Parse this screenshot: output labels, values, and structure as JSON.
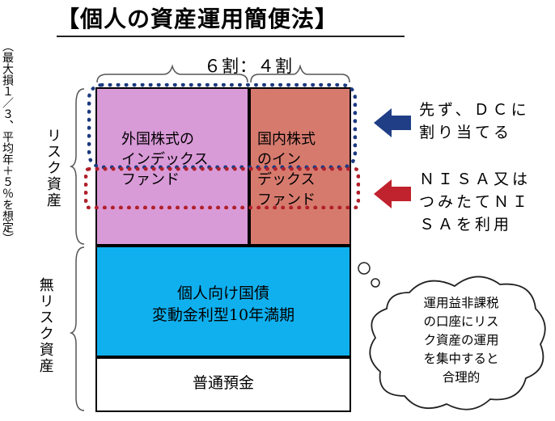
{
  "title": "【個人の資産運用簡便法】",
  "side": {
    "note": "（最大損１／３、平均年＋５％を想定）",
    "risk_assets": "リスク資産",
    "no_risk_col1": "無リスク",
    "no_risk_col2": "資産"
  },
  "ratio_label": "６割：４割",
  "blocks": {
    "foreign_line1": "外国株式の",
    "foreign_line2": "インデックス",
    "foreign_line3": "ファンド",
    "domestic_line1": "国内株式",
    "domestic_line2": "のイン",
    "domestic_line3": "デックス",
    "domestic_line4": "ファンド",
    "bond_line1": "個人向け国債",
    "bond_line2": "変動金利型10年満期",
    "deposit": "普通預金"
  },
  "callouts": {
    "dc_line1": "先ず、ＤＣに",
    "dc_line2": "割り当てる",
    "nisa_line1": "ＮＩＳＡ又は",
    "nisa_line2": "つみたてＮＩ",
    "nisa_line3": "ＳＡを利用"
  },
  "thought": {
    "line1": "運用益非課税",
    "line2": "の口座にリス",
    "line3": "ク資産の運用",
    "line4": "を集中すると",
    "line5": "合理的"
  },
  "colors": {
    "foreign_fund": "#d99ad8",
    "domestic_fund": "#d77a6e",
    "bond": "#10b0ef",
    "deposit": "#ffffff",
    "dc_outline": "#1d3a80",
    "nisa_outline": "#b0202a"
  },
  "icons": {
    "dc_arrow": "left-arrow-icon",
    "nisa_arrow": "left-arrow-icon",
    "thought": "thought-bubble-icon"
  }
}
